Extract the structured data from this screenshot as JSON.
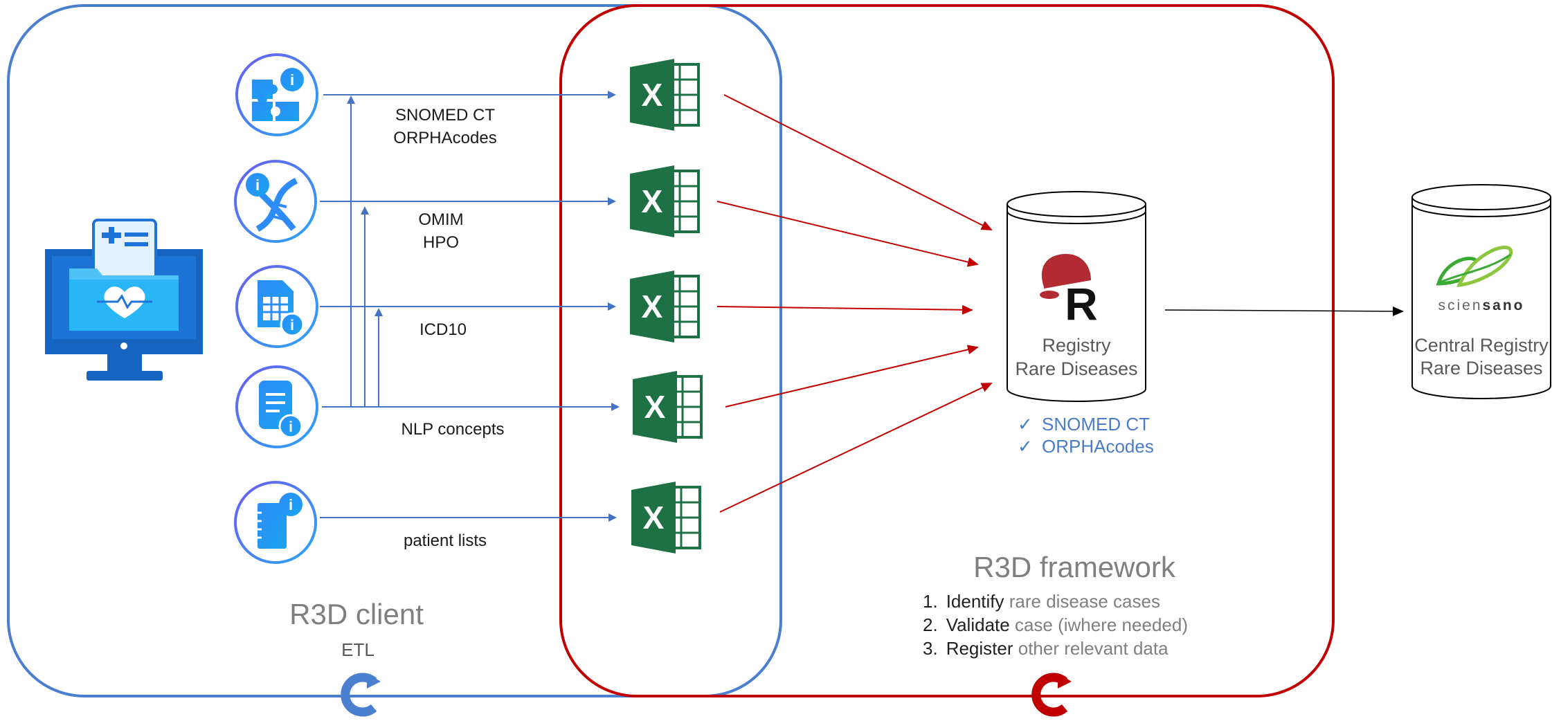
{
  "client": {
    "title": "R3D client",
    "subtitle": "ETL"
  },
  "framework": {
    "title": "R3D framework",
    "steps": [
      {
        "number": "1.",
        "keyword": "Identify",
        "rest": " rare disease cases"
      },
      {
        "number": "2.",
        "keyword": "Validate",
        "rest": " case (iwhere needed)"
      },
      {
        "number": "3.",
        "keyword": "Register",
        "rest": " other relevant data"
      }
    ]
  },
  "sources": [
    {
      "icon": "puzzle-info-icon",
      "label_lines": [
        "SNOMED CT",
        "ORPHAcodes"
      ]
    },
    {
      "icon": "dna-info-icon",
      "label_lines": [
        "OMIM",
        "HPO"
      ]
    },
    {
      "icon": "spreadsheet-info-icon",
      "label_lines": [
        "ICD10"
      ]
    },
    {
      "icon": "document-info-icon",
      "label_lines": [
        "NLP concepts"
      ]
    },
    {
      "icon": "notebook-info-icon",
      "label_lines": [
        "patient lists"
      ]
    }
  ],
  "excel_icon_letter": "X",
  "registry": {
    "line1": "Registry",
    "line2": "Rare Diseases",
    "checks": [
      "SNOMED CT",
      "ORPHAcodes"
    ],
    "check_mark": "✓"
  },
  "central": {
    "brand_prefix": "scien",
    "brand_suffix": "sano",
    "line1": "Central Registry",
    "line2": "Rare Diseases"
  },
  "colors": {
    "client_blue": "#4a7fcf",
    "framework_red": "#c00000",
    "arrow_blue": "#4472c4",
    "excel_green": "#1e7145",
    "icon_blue": "#1e90ff",
    "sciensano_green": "#3aaa35"
  }
}
